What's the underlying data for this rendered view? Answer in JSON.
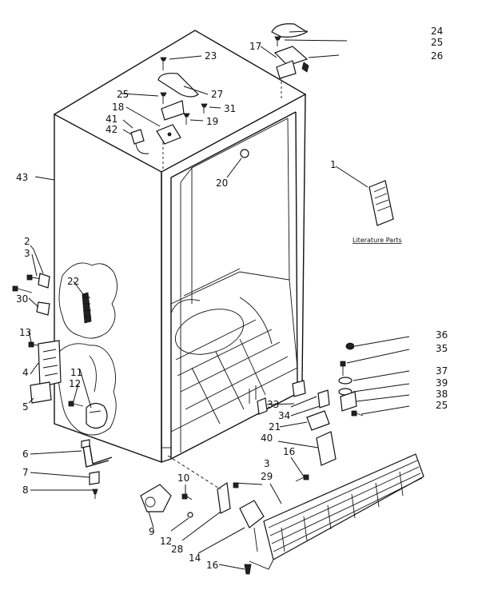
{
  "literature": "Literature Parts",
  "labels": [
    {
      "id": "l1",
      "text": "1"
    },
    {
      "id": "l2",
      "text": "2"
    },
    {
      "id": "l3",
      "text": "3"
    },
    {
      "id": "l4",
      "text": "4"
    },
    {
      "id": "l5",
      "text": "5"
    },
    {
      "id": "l6",
      "text": "6"
    },
    {
      "id": "l7",
      "text": "7"
    },
    {
      "id": "l8",
      "text": "8"
    },
    {
      "id": "l9",
      "text": "9"
    },
    {
      "id": "l10",
      "text": "10"
    },
    {
      "id": "l11",
      "text": "11"
    },
    {
      "id": "l12a",
      "text": "12"
    },
    {
      "id": "l12b",
      "text": "12"
    },
    {
      "id": "l13",
      "text": "13"
    },
    {
      "id": "l14",
      "text": "14"
    },
    {
      "id": "l16a",
      "text": "16"
    },
    {
      "id": "l16b",
      "text": "16"
    },
    {
      "id": "l17",
      "text": "17"
    },
    {
      "id": "l18",
      "text": "18"
    },
    {
      "id": "l19",
      "text": "19"
    },
    {
      "id": "l20",
      "text": "20"
    },
    {
      "id": "l21",
      "text": "21"
    },
    {
      "id": "l22",
      "text": "22"
    },
    {
      "id": "l23",
      "text": "23"
    },
    {
      "id": "l24",
      "text": "24"
    },
    {
      "id": "l25a",
      "text": "25"
    },
    {
      "id": "l25b",
      "text": "25"
    },
    {
      "id": "l25c",
      "text": "25"
    },
    {
      "id": "l26",
      "text": "26"
    },
    {
      "id": "l27",
      "text": "27"
    },
    {
      "id": "l28",
      "text": "28"
    },
    {
      "id": "l29",
      "text": "29"
    },
    {
      "id": "l30",
      "text": "30"
    },
    {
      "id": "l31",
      "text": "31"
    },
    {
      "id": "l33",
      "text": "33"
    },
    {
      "id": "l34",
      "text": "34"
    },
    {
      "id": "l35",
      "text": "35"
    },
    {
      "id": "l36",
      "text": "36"
    },
    {
      "id": "l37",
      "text": "37"
    },
    {
      "id": "l38",
      "text": "38"
    },
    {
      "id": "l39",
      "text": "39"
    },
    {
      "id": "l3b",
      "text": "3"
    },
    {
      "id": "l40",
      "text": "40"
    },
    {
      "id": "l41",
      "text": "41"
    },
    {
      "id": "l42",
      "text": "42"
    },
    {
      "id": "l43",
      "text": "43"
    }
  ]
}
